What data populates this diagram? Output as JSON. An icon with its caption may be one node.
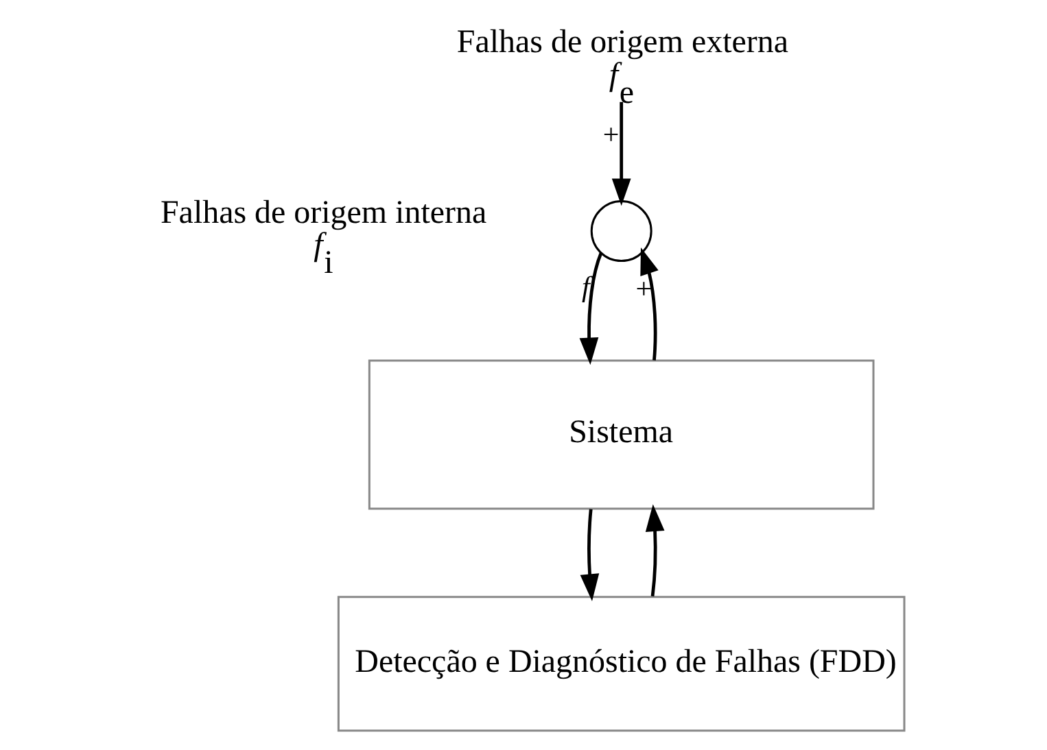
{
  "diagram": {
    "nodes": [
      {
        "text": [
          "Falhas de origem externa",
          "*f*$_{e}$"
        ]
      },
      {
        "text": [],
        "shape": "circle"
      },
      {
        "text": [
          "Sistema"
        ]
      },
      {
        "text": [
          "Detecção e Diagnóstico de Falhas (FDD)"
        ]
      }
    ],
    "edges": [
      {
        "from": 0,
        "to": 1,
        "arrow": "to",
        "label": "+"
      },
      {
        "from": 2,
        "to": 1,
        "arrow": "to",
        "label": "+"
      },
      {
        "from": 1,
        "to": 2,
        "arrow": "to",
        "label": "*f*"
      },
      {
        "from": 2,
        "to": 3,
        "arrow": "to"
      },
      {
        "from": 3,
        "to": 2,
        "arrow": "to"
      }
    ],
    "labels": [
      "Falhas de origem interna",
      "*f*$_{i}$"
    ]
  }
}
